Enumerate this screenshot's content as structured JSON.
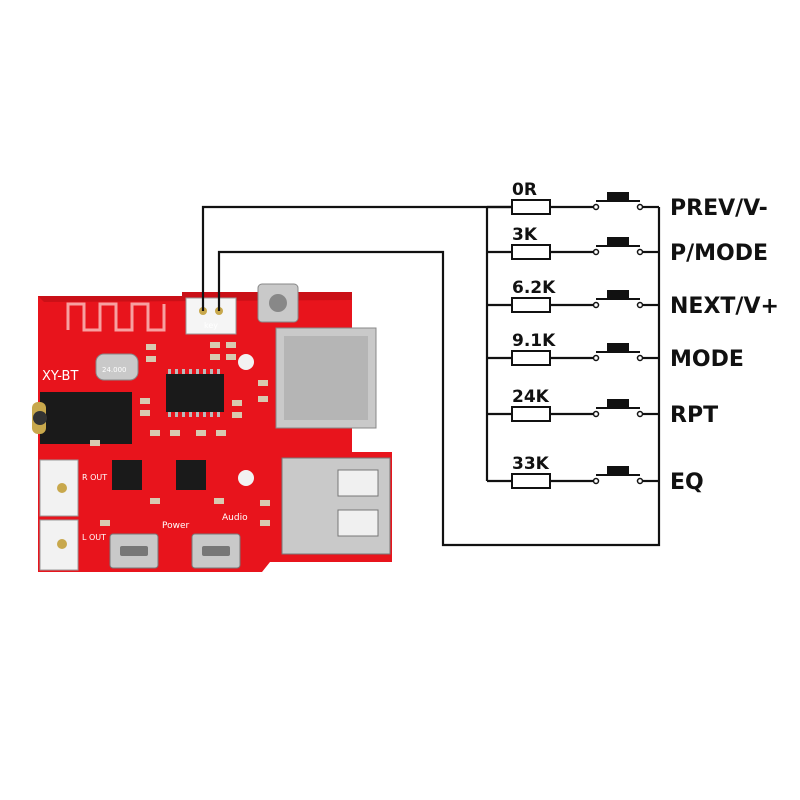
{
  "board": {
    "silkscreen_label": "XY-BT",
    "out_label_1": "R OUT",
    "out_label_2": "L OUT",
    "power_label": "Power",
    "audio_label": "Audio",
    "crystal_label": "24.000",
    "header_label": "key",
    "colors": {
      "pcb": "#e8141c",
      "pcb_dark": "#b50d14",
      "metal": "#c9c9c9",
      "chip": "#1a1a1a"
    }
  },
  "key_lines": [
    {
      "resistor": "0R",
      "button": "PREV/V-"
    },
    {
      "resistor": "3K",
      "button": "P/MODE"
    },
    {
      "resistor": "6.2K",
      "button": "NEXT/V+"
    },
    {
      "resistor": "9.1K",
      "button": "MODE"
    },
    {
      "resistor": "24K",
      "button": "RPT"
    },
    {
      "resistor": "33K",
      "button": "EQ"
    }
  ]
}
